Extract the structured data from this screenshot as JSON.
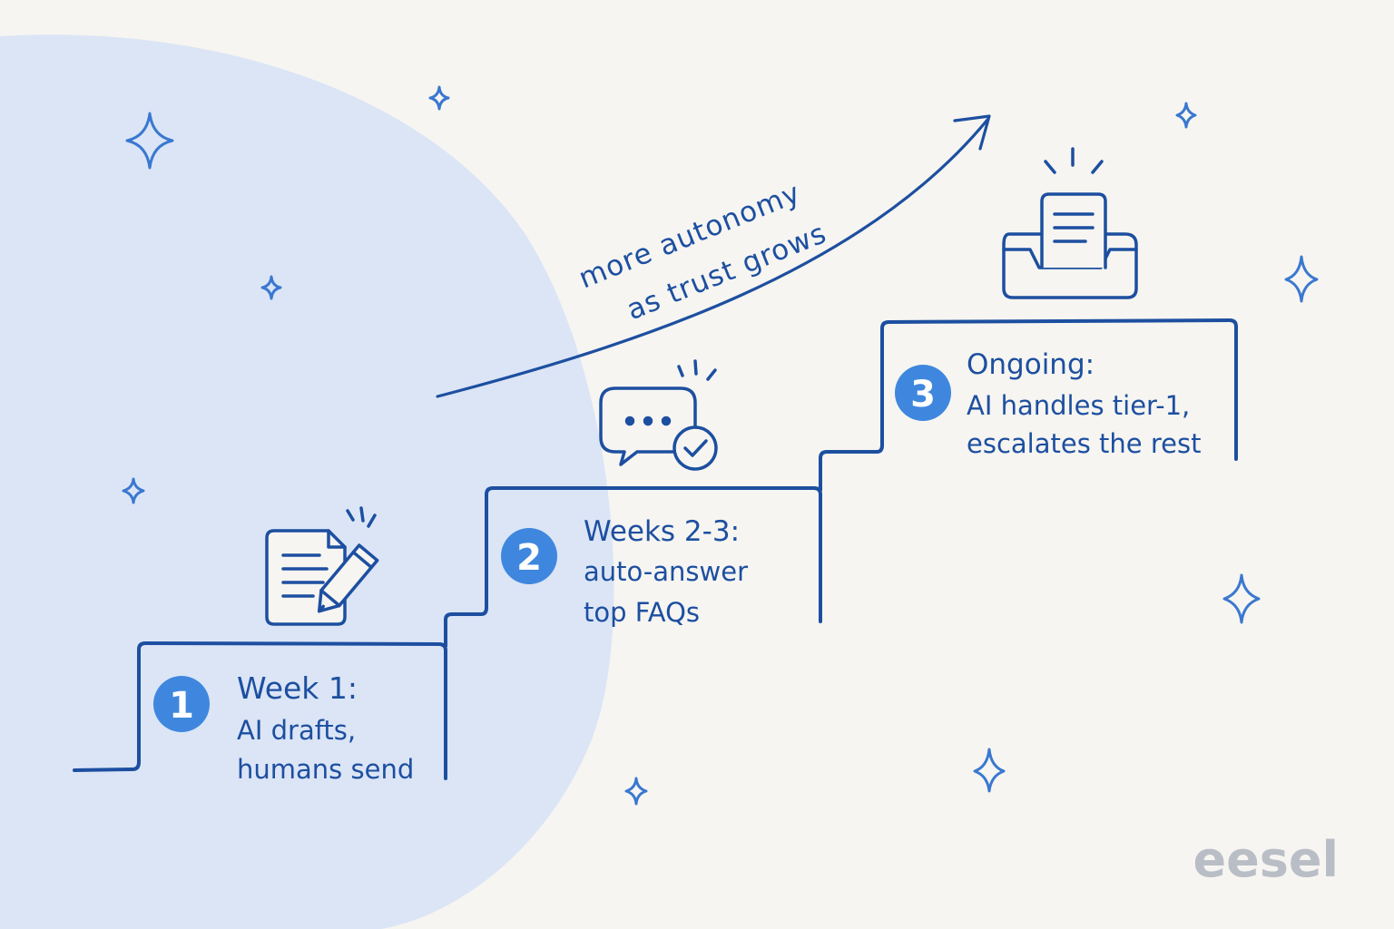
{
  "colors": {
    "background": "#f6f5f1",
    "blob": "#dbe5f6",
    "ink": "#1d4fa0",
    "badge": "#3f87de",
    "sparkle": "#3a78d0",
    "brand": "#b9bec6"
  },
  "arrow": {
    "line1": "more autonomy",
    "line2": "as trust grows"
  },
  "steps": [
    {
      "number": "1",
      "title": "Week 1:",
      "line1": "AI drafts,",
      "line2": "humans send",
      "icon": "document-pencil-icon"
    },
    {
      "number": "2",
      "title": "Weeks 2-3:",
      "line1": "auto-answer",
      "line2": "top FAQs",
      "icon": "chat-check-icon"
    },
    {
      "number": "3",
      "title": "Ongoing:",
      "line1": "AI handles tier-1,",
      "line2": "escalates the rest",
      "icon": "inbox-tray-icon"
    }
  ],
  "brand": "eesel"
}
